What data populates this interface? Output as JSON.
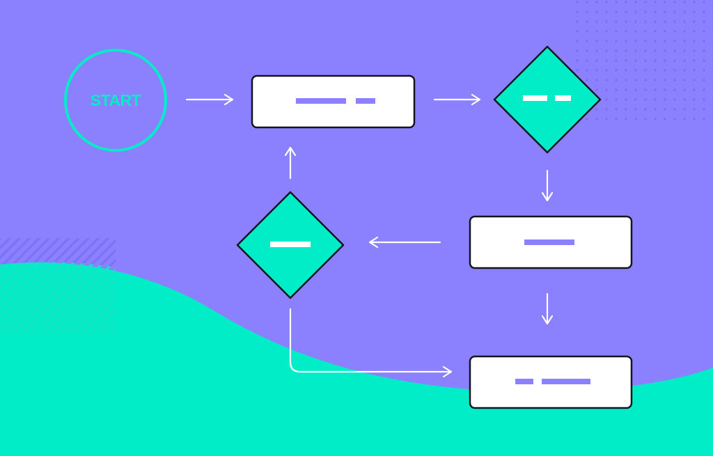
{
  "start_node": {
    "label": "START"
  },
  "colors": {
    "background": "#8b80fe",
    "wave": "#00edc8",
    "node_fill": "#ffffff",
    "node_outline": "#15151f",
    "placeholder_bar": "#8b80fe",
    "decision_fill": "#00edc8",
    "decision_bar": "#ffffff",
    "arrow": "#ffffff",
    "start_ring": "#00edc8",
    "dot_pattern": "#7a6ff2",
    "stripe_pattern": "#7e73f6"
  },
  "icons": {
    "connector": "arrow-icon",
    "process": "rectangle-node",
    "decision": "diamond-node",
    "terminal": "circle-node"
  }
}
